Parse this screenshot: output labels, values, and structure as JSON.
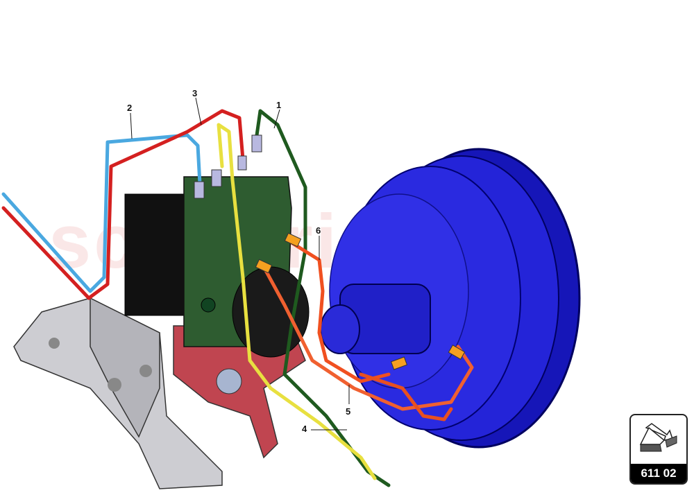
{
  "diagram": {
    "callouts": [
      {
        "label": "1",
        "part": "pipe-green"
      },
      {
        "label": "2",
        "part": "pipe-blue"
      },
      {
        "label": "3",
        "part": "pipe-red"
      },
      {
        "label": "4",
        "part": "pipe-yellow"
      },
      {
        "label": "5",
        "part": "pipe-orange-lower"
      },
      {
        "label": "6",
        "part": "pipe-orange-upper"
      }
    ],
    "watermark": "scuderia",
    "colors": {
      "booster": "#1a1ad0",
      "abs_unit": "#2d5a2d",
      "bracket": "#c8c8cc",
      "mount": "#c0404a",
      "pipe_blue": "#4aa8e0",
      "pipe_red": "#d42020",
      "pipe_green": "#1f5a1f",
      "pipe_yellow": "#e8e040",
      "pipe_orange": "#f05020"
    }
  },
  "badge": {
    "code": "611 02",
    "icon": "arrow-to-block-icon"
  }
}
